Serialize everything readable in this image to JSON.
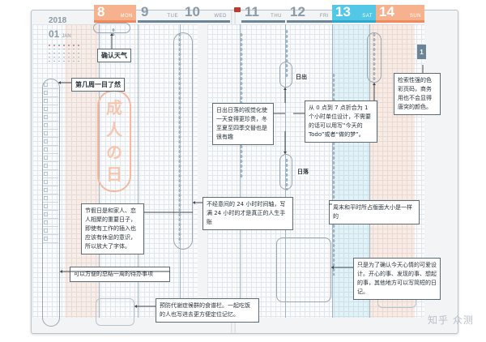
{
  "planner": {
    "year": "2018",
    "month": "01",
    "month_name": "JAN",
    "week_number": "1",
    "days": [
      {
        "num": "8",
        "dow": "MON"
      },
      {
        "num": "9",
        "dow": "TUE"
      },
      {
        "num": "10",
        "dow": "WED"
      },
      {
        "num": "11",
        "dow": "THU"
      },
      {
        "num": "12",
        "dow": "FRI"
      },
      {
        "num": "13",
        "dow": "SAT"
      },
      {
        "num": "14",
        "dow": "SUN"
      }
    ],
    "stamp_chars": [
      "成",
      "人",
      "の",
      "日"
    ]
  },
  "labels": {
    "sunrise": "日出",
    "sunset": "日落"
  },
  "callouts": {
    "confirm_weather": "确认天气",
    "week_number": "第几周一目了然",
    "sun_viz": "日出日落的视觉化使一天变得更珍贵，冬至夏至四季交替也是很有趣",
    "hour_unit": "从 0 点到 7 点折合为 1 个小时单位设计，不需要的话可以用写“今天的Todo”或者“做的梦”。",
    "color_pages": "检索性强的色彩页码，商务用也不会显得唐突的颜色。",
    "holiday": "节假日是和家人、恋人相聚的重要日子，即使有工作的插入也应该有休息的意识，所以放大了字体。",
    "hours_24": "不经意间的 24 小时时间轴，写满 24 小时的才是真正的人生手账",
    "weekend_size": "周末和平时所占版面大小是一样的",
    "todo_week": "可以方便的总结一周的待办事项",
    "mood_box": "只是为了确认今天心情的可爱设计。开心的事、发现的事、想起的事，其他地方可以写简短的日记。",
    "diet": "预防代谢症候群的食谱栏。一起吃饭的人也写进去更方便定位记忆。"
  },
  "watermark": "知乎 众测",
  "colors": {
    "weekday_accent": "#6b8497",
    "mon_sun_accent": "#f6b28f",
    "sat_accent": "#53c7e6",
    "stamp": "#f7c6b0"
  }
}
